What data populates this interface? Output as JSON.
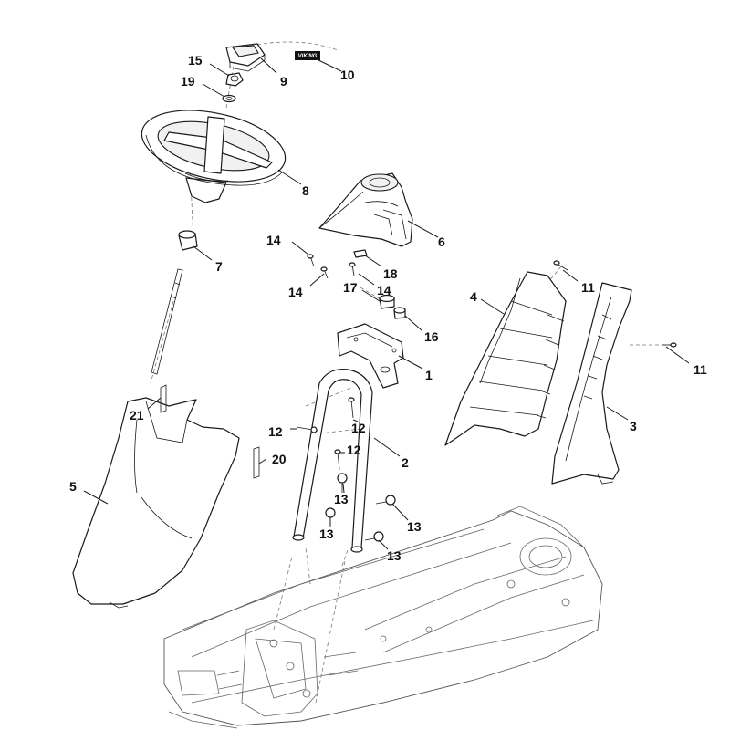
{
  "decal_text": "VIKING",
  "callouts": [
    {
      "id": "c15",
      "label": "15"
    },
    {
      "id": "c19",
      "label": "19"
    },
    {
      "id": "c9",
      "label": "9"
    },
    {
      "id": "c10",
      "label": "10"
    },
    {
      "id": "c8",
      "label": "8"
    },
    {
      "id": "c6",
      "label": "6"
    },
    {
      "id": "c7",
      "label": "7"
    },
    {
      "id": "c14a",
      "label": "14"
    },
    {
      "id": "c14b",
      "label": "14"
    },
    {
      "id": "c14c",
      "label": "14"
    },
    {
      "id": "c18",
      "label": "18"
    },
    {
      "id": "c17",
      "label": "17"
    },
    {
      "id": "c16",
      "label": "16"
    },
    {
      "id": "c1",
      "label": "1"
    },
    {
      "id": "c4",
      "label": "4"
    },
    {
      "id": "c11a",
      "label": "11"
    },
    {
      "id": "c11b",
      "label": "11"
    },
    {
      "id": "c3",
      "label": "3"
    },
    {
      "id": "c21",
      "label": "21"
    },
    {
      "id": "c12a",
      "label": "12"
    },
    {
      "id": "c12b",
      "label": "12"
    },
    {
      "id": "c12c",
      "label": "12"
    },
    {
      "id": "c2",
      "label": "2"
    },
    {
      "id": "c20",
      "label": "20"
    },
    {
      "id": "c5",
      "label": "5"
    },
    {
      "id": "c13a",
      "label": "13"
    },
    {
      "id": "c13b",
      "label": "13"
    },
    {
      "id": "c13c",
      "label": "13"
    },
    {
      "id": "c13d",
      "label": "13"
    }
  ]
}
